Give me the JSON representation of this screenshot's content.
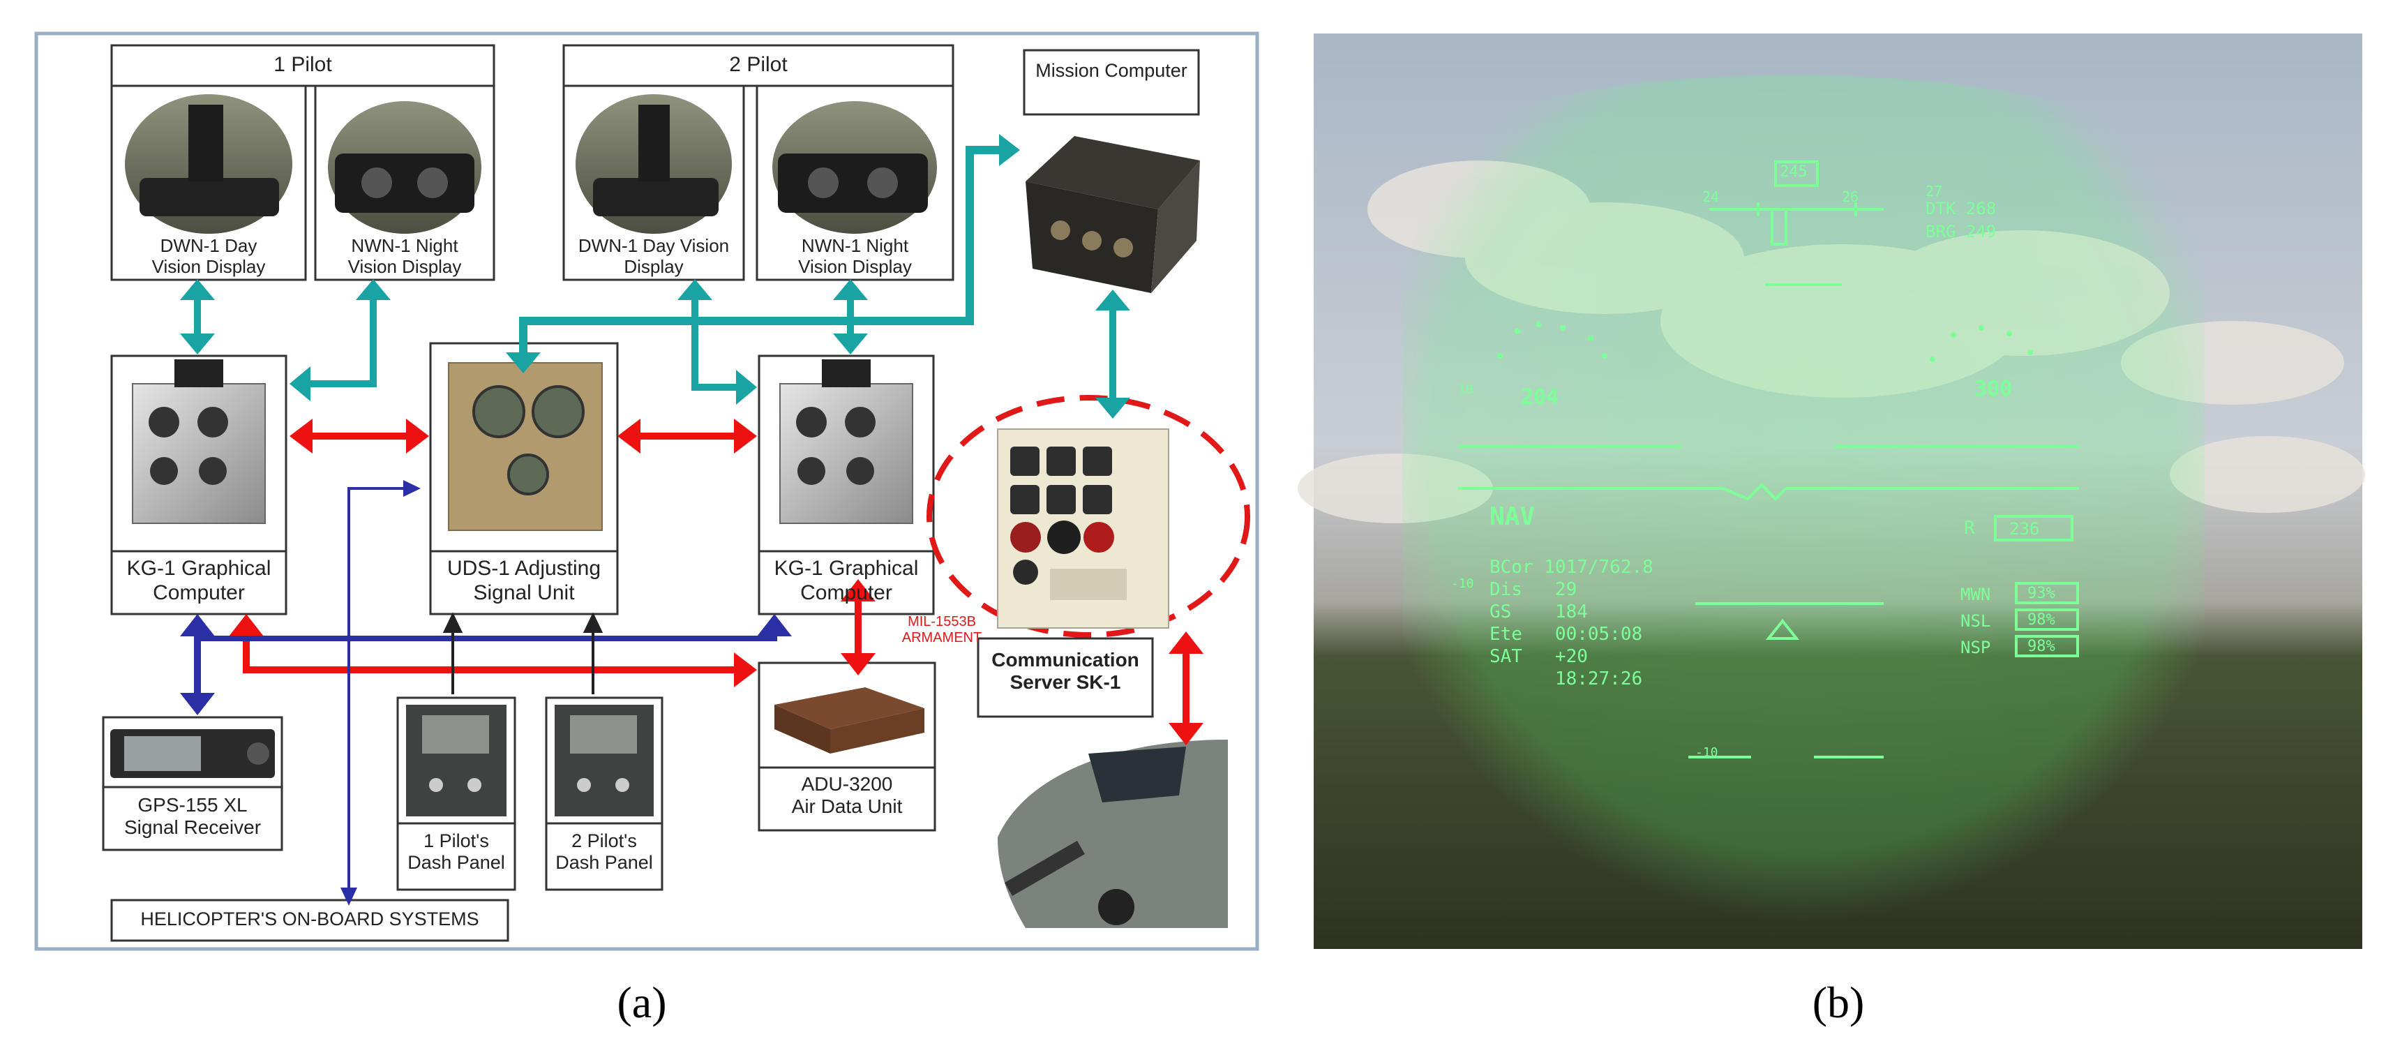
{
  "panel_a": {
    "caption": "(a)",
    "pilot1_header": "1 Pilot",
    "pilot2_header": "2 Pilot",
    "mission_computer": "Mission Computer",
    "dwn1_line1": "DWN-1 Day",
    "dwn1_line2": "Vision Display",
    "nwn1_line1": "NWN-1 Night",
    "nwn1_line2": "Vision Display",
    "dwn2_line1": "DWN-1 Day Vision",
    "dwn2_line2": "Display",
    "nwn2_line1": "NWN-1 Night",
    "nwn2_line2": "Vision Display",
    "kg1_left_line1": "KG-1 Graphical",
    "kg1_left_line2": "Computer",
    "uds1_line1": "UDS-1 Adjusting",
    "uds1_line2": "Signal Unit",
    "kg1_right_line1": "KG-1 Graphical",
    "kg1_right_line2": "Computer",
    "mil_line1": "MIL-1553B",
    "mil_line2": "ARMAMENT",
    "comm_line1": "Communication",
    "comm_line2": "Server SK-1",
    "gps_line1": "GPS-155 XL",
    "gps_line2": "Signal Receiver",
    "dash1_line1": "1 Pilot's",
    "dash1_line2": "Dash Panel",
    "dash2_line1": "2 Pilot's",
    "dash2_line2": "Dash Panel",
    "adu_line1": "ADU-3200",
    "adu_line2": "Air Data Unit",
    "onboard": "HELICOPTER'S ON-BOARD SYSTEMS"
  },
  "panel_b": {
    "caption": "(b)",
    "hud": {
      "heading_box": "245",
      "dtk": "DTK 268",
      "brg": "BRG 249",
      "tick_24": "24",
      "tick_26": "26",
      "tick_27": "27",
      "speed": "204",
      "alt": "300",
      "mode": "NAV",
      "r_label": "R",
      "r_value": "236",
      "bcor": "BCor 1017/762.8",
      "dis": "Dis   29",
      "gs": "GS    184",
      "ete": "Ete   00:05:08",
      "sat": "SAT   +20",
      "time": "      18:27:26",
      "mwn_label": "MWN",
      "mwn_value": "93%",
      "nsl_label": "NSL",
      "nsl_value": "98%",
      "nsp_label": "NSP",
      "nsp_value": "98%",
      "pitch_neg10": "-10",
      "pitch_left10": "10",
      "pitch_bottom10": "-10"
    }
  },
  "colors": {
    "teal": "#1aa3a3",
    "red": "#ee1111",
    "blue": "#2b2fa6",
    "hud_green": "#7dff98"
  }
}
